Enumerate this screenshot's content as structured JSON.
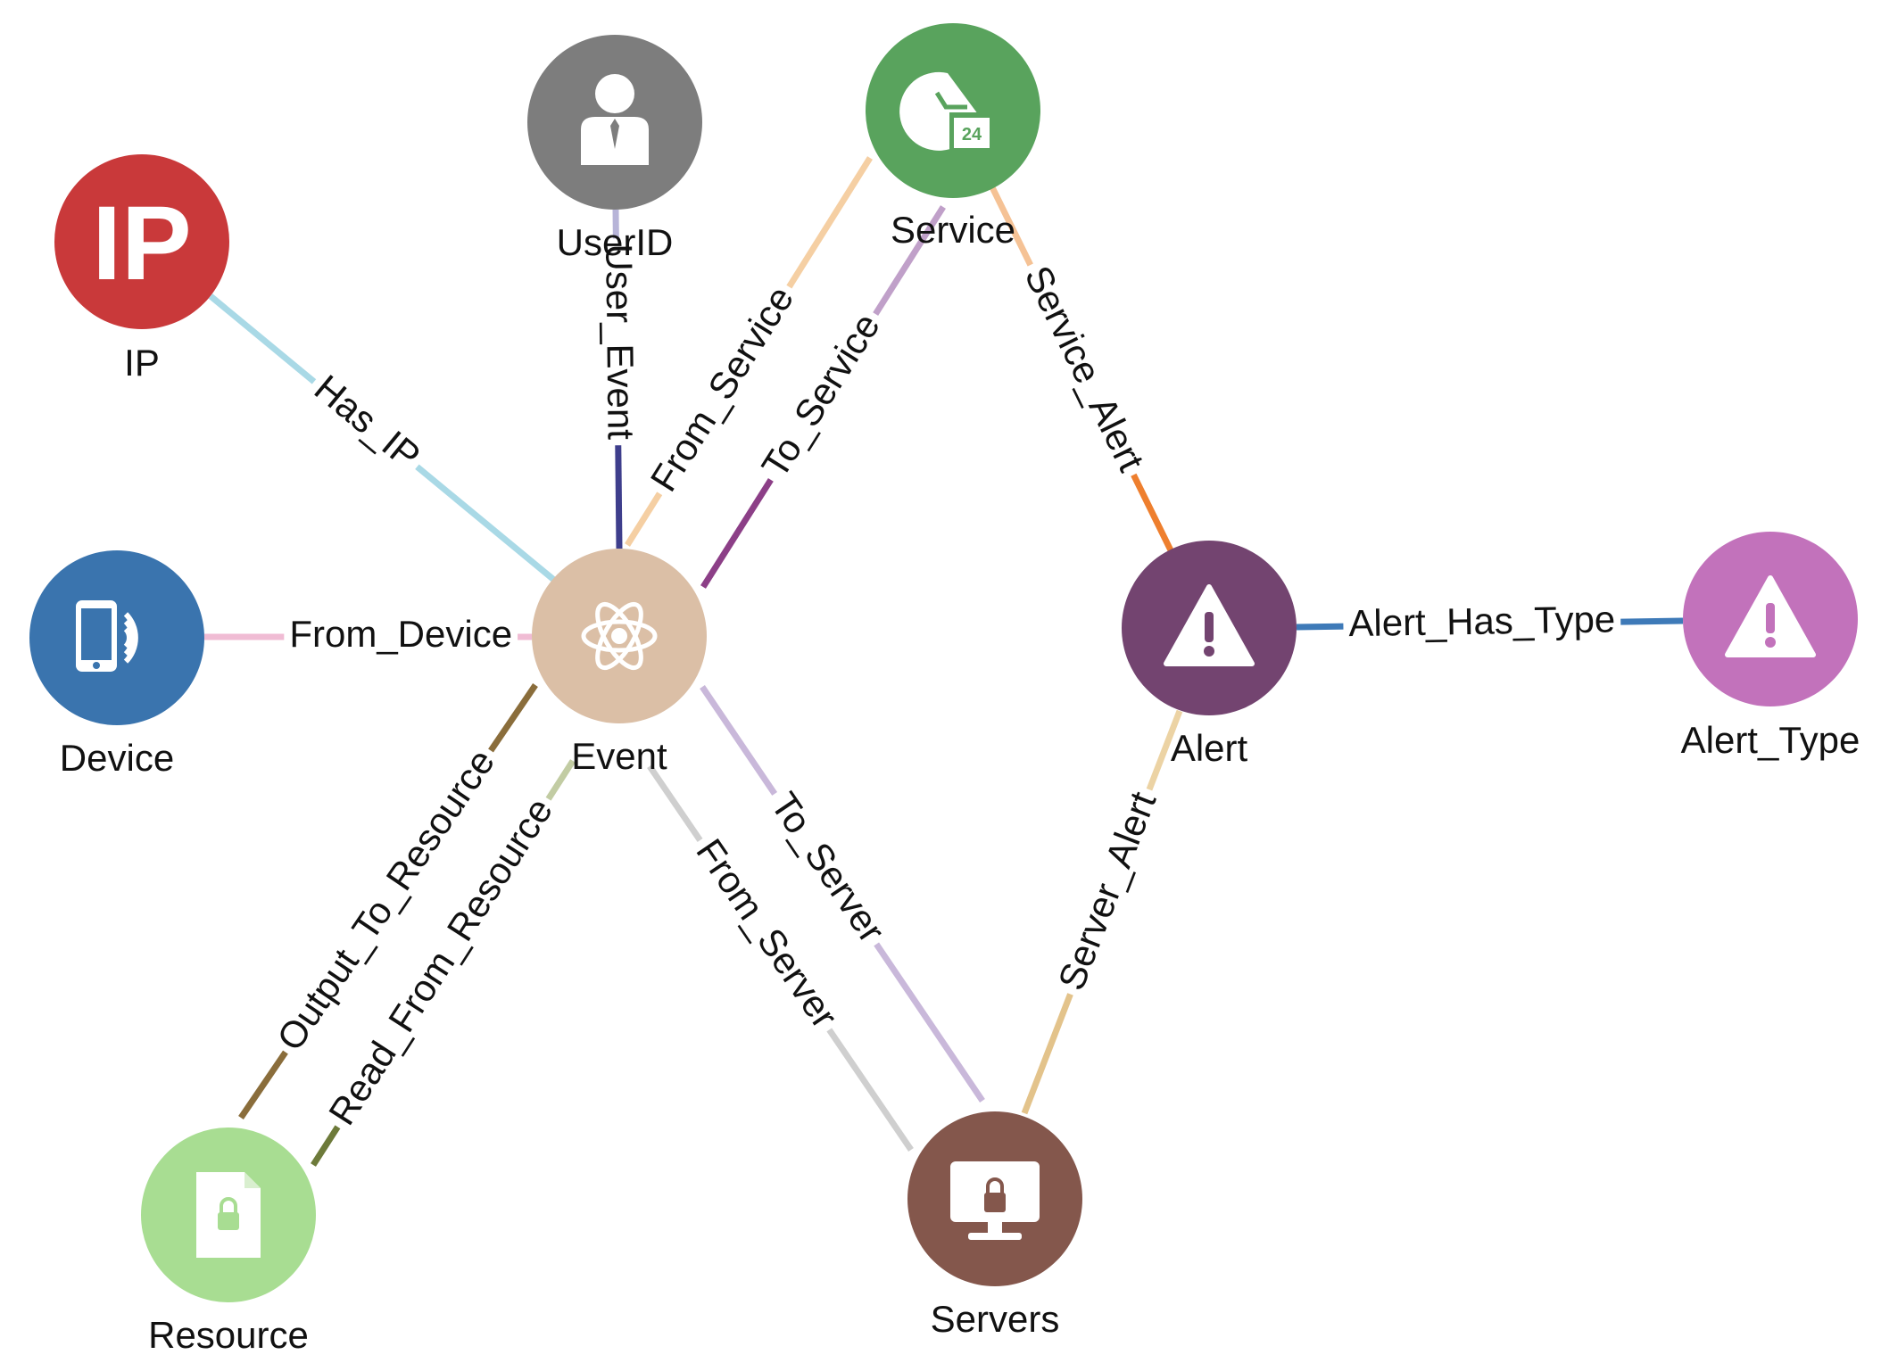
{
  "nodes": [
    {
      "id": "ip",
      "label": "IP",
      "color": "#c9393a",
      "icon": "ip-text-icon",
      "icon_text": "IP"
    },
    {
      "id": "userid",
      "label": "UserID",
      "color": "#7d7d7d",
      "icon": "user-icon"
    },
    {
      "id": "service",
      "label": "Service",
      "color": "#59a35d",
      "icon": "service-24h-icon",
      "icon_text": "24"
    },
    {
      "id": "device",
      "label": "Device",
      "color": "#3a74ae",
      "icon": "mobile-signal-icon"
    },
    {
      "id": "event",
      "label": "Event",
      "color": "#dbbfa6",
      "icon": "atom-icon"
    },
    {
      "id": "alert",
      "label": "Alert",
      "color": "#734470",
      "icon": "warning-icon"
    },
    {
      "id": "alert_type",
      "label": "Alert_Type",
      "color": "#c272bb",
      "icon": "warning-icon"
    },
    {
      "id": "resource",
      "label": "Resource",
      "color": "#a8dd92",
      "icon": "locked-file-icon"
    },
    {
      "id": "servers",
      "label": "Servers",
      "color": "#84574c",
      "icon": "locked-monitor-icon"
    }
  ],
  "edges": [
    {
      "id": "has_ip",
      "label": "Has_IP",
      "source": "ip",
      "target": "event",
      "color": "#a9d9e6",
      "color2": "#a9d9e6"
    },
    {
      "id": "user_event",
      "label": "User_Event",
      "source": "userid",
      "target": "event",
      "color": "#b7b4d8",
      "color2": "#3e3e8c"
    },
    {
      "id": "from_service",
      "label": "From_Service",
      "source": "service",
      "target": "event",
      "color": "#f5cfa3",
      "color2": "#f5cfa3"
    },
    {
      "id": "to_service",
      "label": "To_Service",
      "source": "service",
      "target": "event",
      "color": "#c0a0c9",
      "color2": "#8c3f87"
    },
    {
      "id": "service_alert",
      "label": "Service_Alert",
      "source": "service",
      "target": "alert",
      "color": "#f5c295",
      "color2": "#ee7f2e"
    },
    {
      "id": "from_device",
      "label": "From_Device",
      "source": "device",
      "target": "event",
      "color": "#f0bcd4",
      "color2": "#f0bcd4"
    },
    {
      "id": "alert_has_type",
      "label": "Alert_Has_Type",
      "source": "alert",
      "target": "alert_type",
      "color": "#3e7ab8",
      "color2": "#3e7ab8"
    },
    {
      "id": "output_to_resource",
      "label": "Output_To_Resource",
      "source": "event",
      "target": "resource",
      "color": "#8a6d3b",
      "color2": "#8a6d3b"
    },
    {
      "id": "read_from_resource",
      "label": "Read_From_Resource",
      "source": "event",
      "target": "resource",
      "color": "#c2cca3",
      "color2": "#6d7a3a"
    },
    {
      "id": "from_server",
      "label": "From_Server",
      "source": "event",
      "target": "servers",
      "color": "#cfcfcf",
      "color2": "#cfcfcf"
    },
    {
      "id": "to_server",
      "label": "To_Server",
      "source": "event",
      "target": "servers",
      "color": "#c9b8da",
      "color2": "#c9b8da"
    },
    {
      "id": "server_alert",
      "label": "Server_Alert",
      "source": "alert",
      "target": "servers",
      "color": "#ecd3a4",
      "color2": "#e3c38b"
    }
  ]
}
